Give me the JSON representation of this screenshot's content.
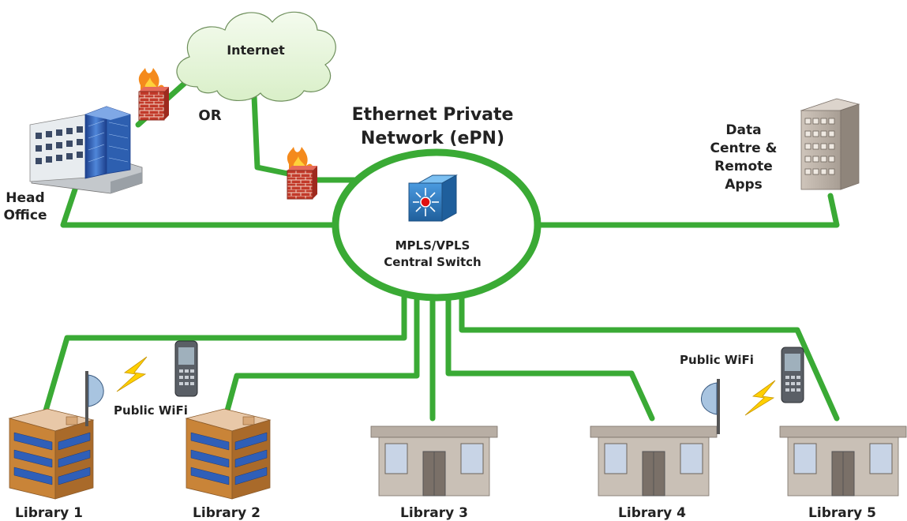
{
  "title": {
    "line1": "Ethernet Private",
    "line2": "Network (ePN)"
  },
  "nodes": {
    "internet": "Internet",
    "or": "OR",
    "head_office": {
      "line1": "Head",
      "line2": "Office"
    },
    "data_centre": {
      "line1": "Data",
      "line2": "Centre &",
      "line3": "Remote",
      "line4": "Apps"
    },
    "central_switch": {
      "line1": "MPLS/VPLS",
      "line2": "Central Switch"
    },
    "wifi_left": "Public WiFi",
    "wifi_right": "Public WiFi",
    "libraries": [
      "Library 1",
      "Library 2",
      "Library 3",
      "Library 4",
      "Library 5"
    ]
  },
  "colors": {
    "link": "#3aaa35",
    "cloud_fill": "#e9f6de",
    "building_orange": "#c98438",
    "building_roof": "#e8c8a8",
    "library_wall": "#c9c0b6",
    "window_blue": "#2f5fb8",
    "switch_blue": "#2a73b8"
  }
}
